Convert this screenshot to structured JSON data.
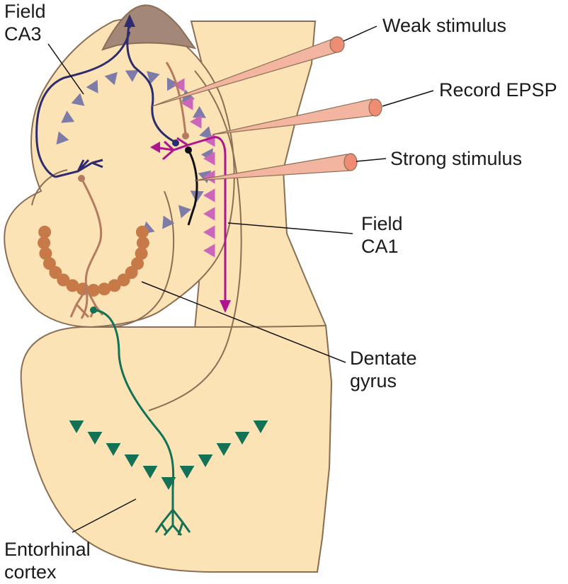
{
  "labels": {
    "field_ca3": [
      "Field",
      "CA3"
    ],
    "weak_stimulus": "Weak stimulus",
    "record_epsp": "Record EPSP",
    "strong_stimulus": "Strong stimulus",
    "field_ca1": [
      "Field",
      "CA1"
    ],
    "dentate_gyrus": [
      "Dentate",
      "gyrus"
    ],
    "entorhinal_cortex": [
      "Entorhinal",
      "cortex"
    ]
  },
  "colors": {
    "tissue_fill": "#fbe3b5",
    "tissue_outline": "#8b6f55",
    "cap_fill": "#a3887a",
    "ca3_neurons": "#7d7ba8",
    "ca3_axon": "#2e2c6e",
    "ca1_neurons": "#cc66bb",
    "ca1_axon": "#b0138e",
    "dentate_cells": "#c77a47",
    "mossy_fiber": "#b57a5f",
    "entorhinal_neurons": "#137156",
    "electrode": "#f3b59f",
    "electrode_tip": "#ee8d74",
    "recording_neuron": "#111111"
  },
  "cell_groups": {
    "ca3_pyramidal_count": 17,
    "ca1_pyramidal_count": 10,
    "dentate_granule_count": 17,
    "entorhinal_count": 11
  }
}
